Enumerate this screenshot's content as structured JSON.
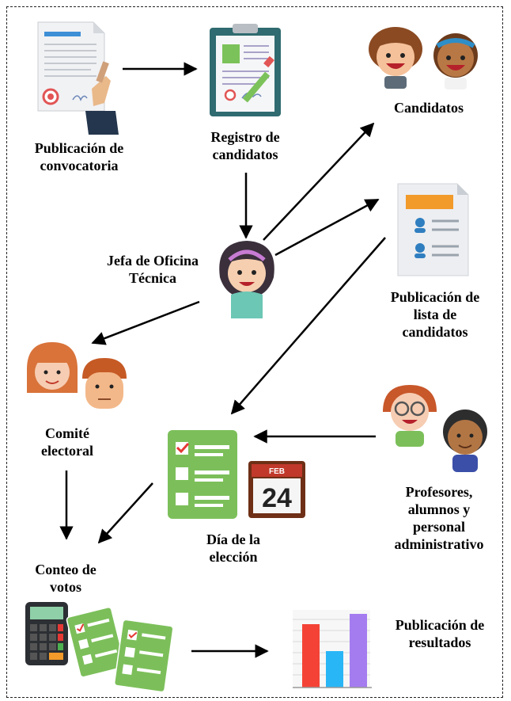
{
  "labels": {
    "publicacion_convocatoria": [
      "Publicación de",
      "convocatoria"
    ],
    "registro_candidatos": [
      "Registro de",
      "candidatos"
    ],
    "candidatos": [
      "Candidatos"
    ],
    "jefa_oficina": [
      "Jefa de Oficina",
      "Técnica"
    ],
    "publicacion_lista": [
      "Publicación de",
      "lista de",
      "candidatos"
    ],
    "comite_electoral": [
      "Comité",
      "electoral"
    ],
    "dia_eleccion": [
      "Día de la",
      "elección"
    ],
    "profesores": [
      "Profesores,",
      "alumnos y",
      "personal",
      "administrativo"
    ],
    "conteo_votos": [
      "Conteo de",
      "votos"
    ],
    "publicacion_resultados": [
      "Publicación de",
      "resultados"
    ]
  },
  "calendar": {
    "month": "FEB",
    "day": "24"
  },
  "icons": {
    "document": "signed-document-icon",
    "clipboard": "clipboard-registration-icon",
    "candidates": "two-children-avatars-icon",
    "chief": "woman-avatar-icon",
    "list": "candidate-list-document-icon",
    "committee": "man-woman-avatars-icon",
    "ballot": "ballot-checklist-icon",
    "calendar": "calendar-icon",
    "voters": "people-avatars-icon",
    "counting": "calculator-ballots-icon",
    "results": "bar-chart-icon"
  },
  "colors": {
    "ballot_green": "#7cbf5a",
    "check_red": "#e53935",
    "bar_red": "#f44336",
    "bar_blue": "#29b6f6",
    "bar_purple": "#a47cf0"
  }
}
